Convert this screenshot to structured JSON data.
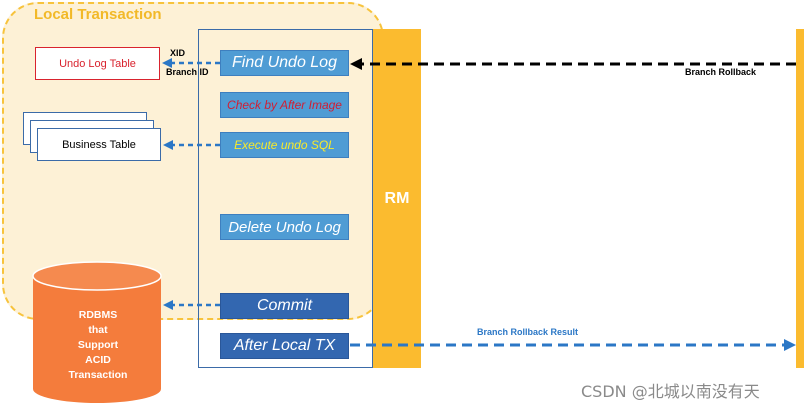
{
  "zone": {
    "title": "Local Transaction"
  },
  "rm": {
    "label": "RM"
  },
  "steps": {
    "find_undo_log": "Find Undo Log",
    "check_after_image": "Check by After Image",
    "execute_undo_sql": "Execute undo SQL",
    "delete_undo_log": "Delete Undo Log",
    "commit": "Commit",
    "after_local_tx": "After Local TX"
  },
  "tables": {
    "undo_log": "Undo Log Table",
    "business": "Business Table"
  },
  "labels": {
    "xid": "XID",
    "branch_id": "Branch ID",
    "branch_rollback": "Branch Rollback",
    "branch_rollback_result": "Branch Rollback Result"
  },
  "database": {
    "lines": [
      "RDBMS",
      "that",
      "Support",
      "ACID",
      "Transaction"
    ]
  },
  "watermark": "CSDN @北城以南没有天",
  "colors": {
    "zone_border": "#f7c33c",
    "zone_fill": "#fdf1d6",
    "rm": "#fbbb2f",
    "step": "#4f9cd4",
    "step_dark": "#3367b0",
    "database": "#f47c3c",
    "arrow_blue": "#2b77c6",
    "arrow_black": "#000000"
  }
}
